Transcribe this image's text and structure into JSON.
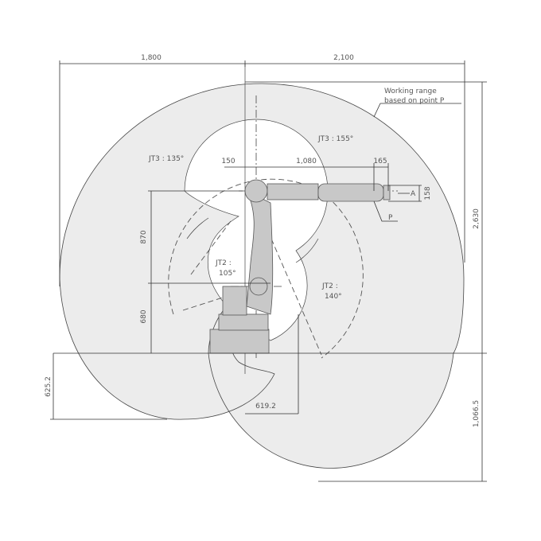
{
  "dimensions": {
    "left_reach": "1,800",
    "right_reach": "2,100",
    "total_height": "2,630",
    "offset_150": "150",
    "arm_length": "1,080",
    "wrist_length": "165",
    "wrist_height": "158",
    "upper_arm": "870",
    "base_height": "680",
    "below_floor_left": "625.2",
    "inner_offset": "619.2",
    "below_floor_right": "1,066.5"
  },
  "labels": {
    "working_range_line1": "Working range",
    "working_range_line2": "based on point P",
    "jt3_plus": "JT3 : 155°",
    "jt3_minus": "JT3 : 135°",
    "jt2_minus_line1": "JT2 :",
    "jt2_minus_line2": "105°",
    "jt2_plus_line1": "JT2 :",
    "jt2_plus_line2": "140°",
    "point_p": "P",
    "view_a": "A"
  },
  "colors": {
    "range_fill": "#ececec",
    "robot_fill": "#c8c8c8",
    "line": "#333333"
  }
}
